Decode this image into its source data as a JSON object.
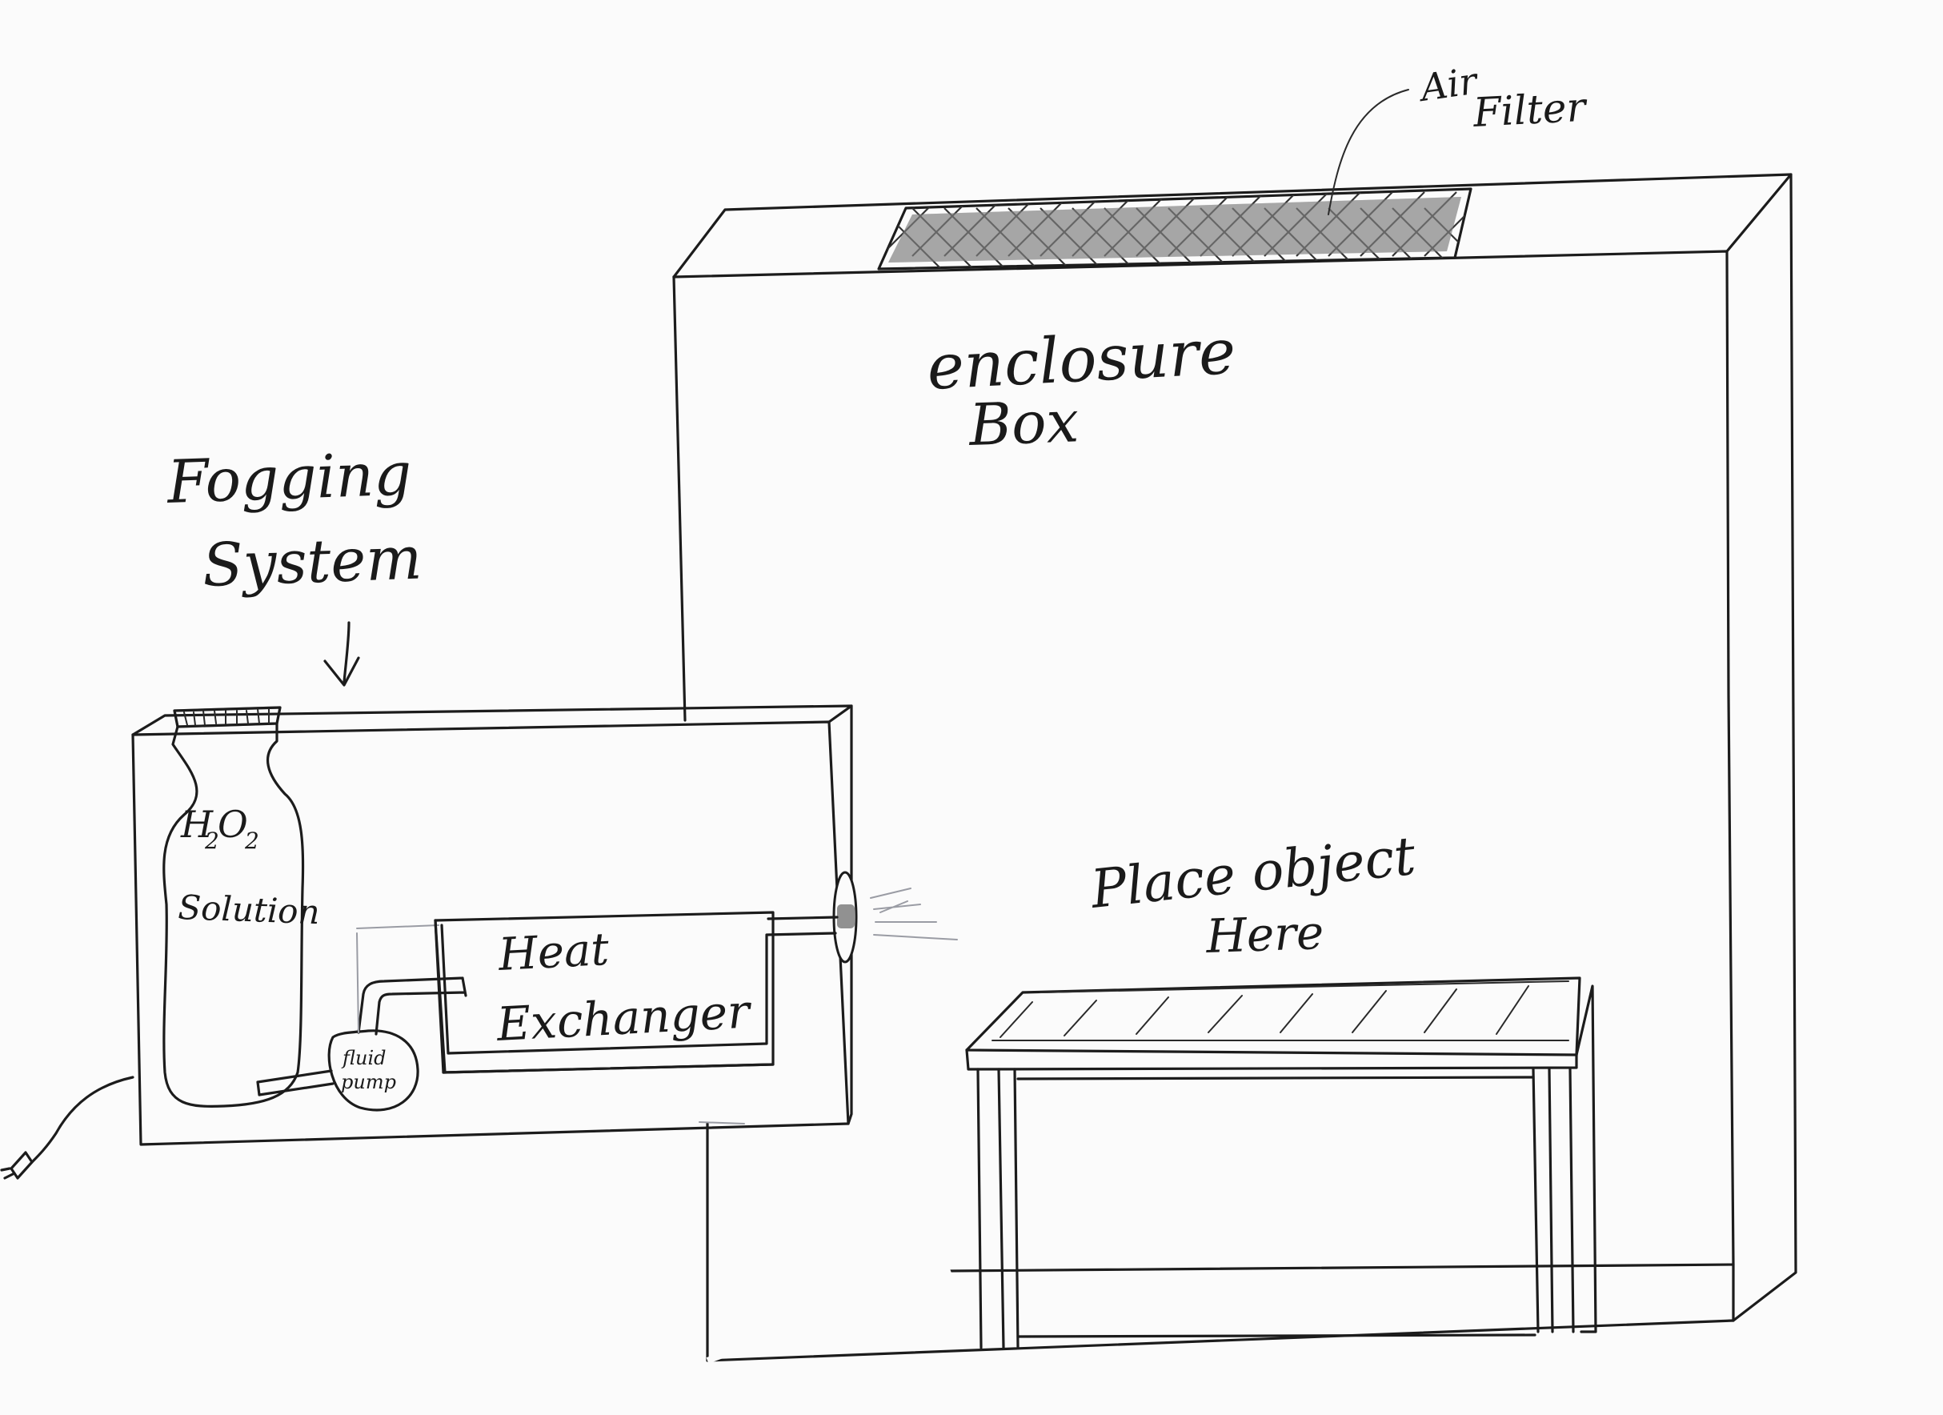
{
  "labels": {
    "air": "Air",
    "filter": "Filter",
    "enclosure": "enclosure",
    "box": "Box",
    "fogging": "Fogging",
    "system": "System",
    "h2o2_h": "H",
    "h2o2_2a": "2",
    "h2o2_o": "O",
    "h2o2_2b": "2",
    "solution": "Solution",
    "heat": "Heat",
    "exchanger": "Exchanger",
    "fluid": "fluid",
    "pump": "pump",
    "place_object": "Place object",
    "here": "Here"
  },
  "colors": {
    "ink": "#1c1c1c",
    "paper": "#fbfbfb",
    "faint_pencil": "#9a9ca4"
  }
}
